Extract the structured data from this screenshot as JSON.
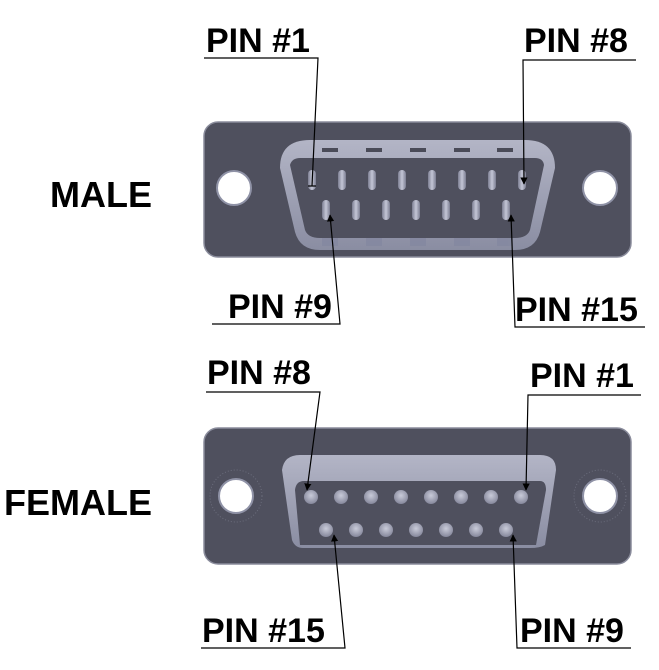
{
  "diagram": {
    "type": "DB15 connector pinout",
    "colors": {
      "shell": "#4f505e",
      "shell_edge": "#8a8c9c",
      "shroud": "#8f92a6",
      "shroud_light": "#a9abbd",
      "hole": "#ffffff",
      "pin": "#9a9cb0",
      "leader": "#000000"
    }
  },
  "male": {
    "label": "MALE",
    "callouts": {
      "top_left": "PIN #1",
      "top_right": "PIN #8",
      "bottom_left": "PIN #9",
      "bottom_right": "PIN #15"
    },
    "row1_pins": 8,
    "row2_pins": 7
  },
  "female": {
    "label": "FEMALE",
    "callouts": {
      "top_left": "PIN #8",
      "top_right": "PIN #1",
      "bottom_left": "PIN #15",
      "bottom_right": "PIN #9"
    },
    "row1_pins": 8,
    "row2_pins": 7
  }
}
